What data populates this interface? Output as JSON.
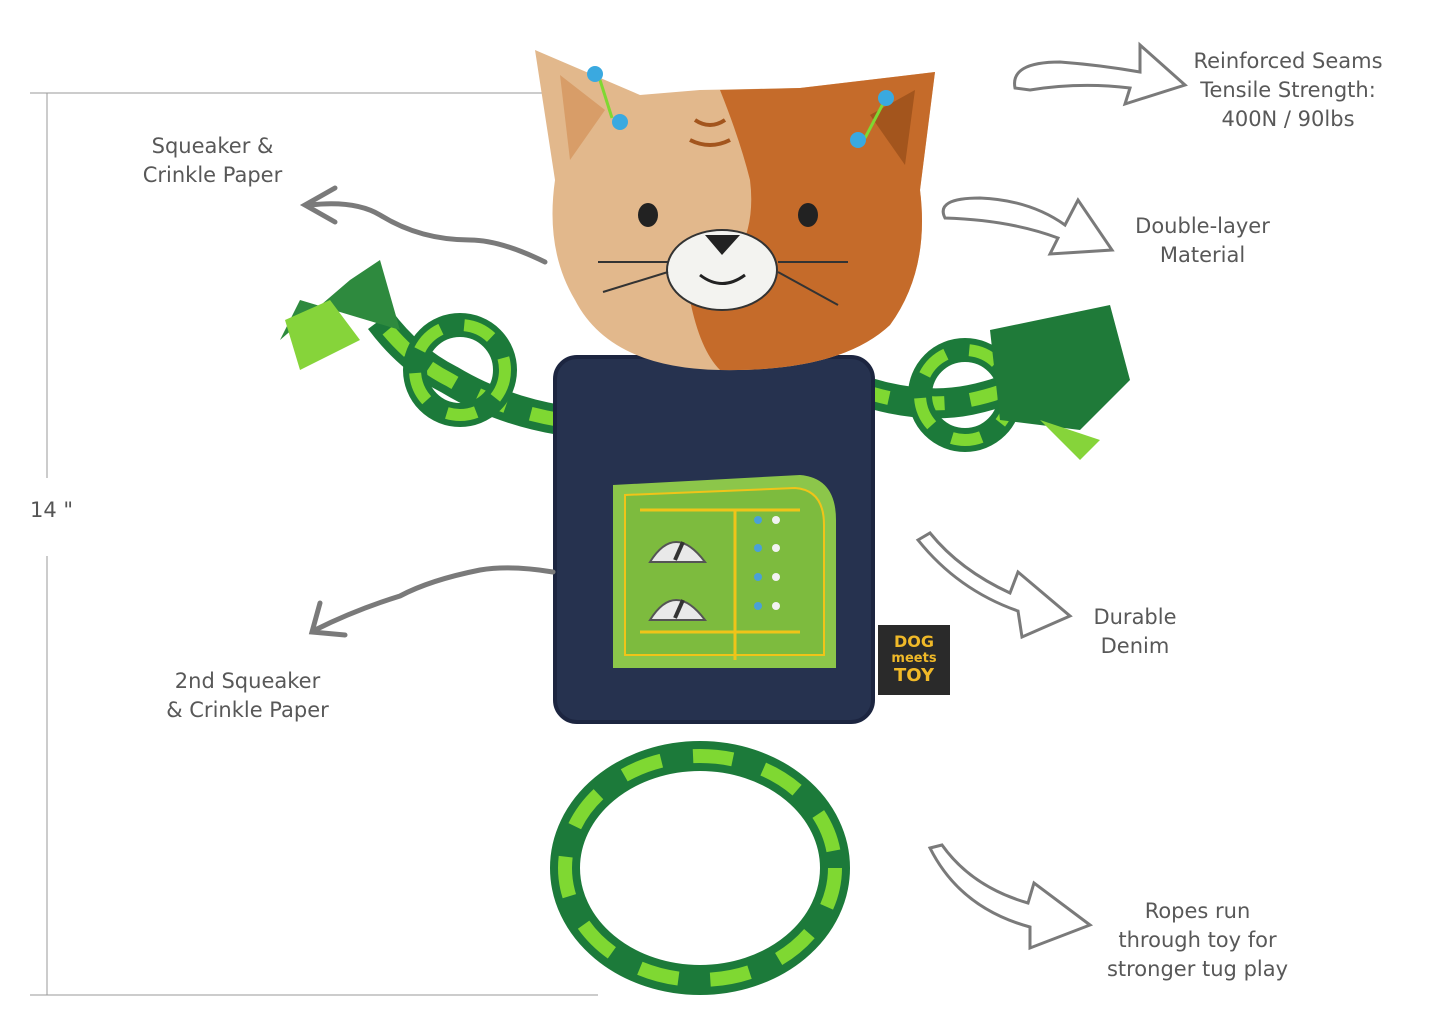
{
  "dimension": {
    "height_label": "14 \""
  },
  "features": {
    "reinforced_seams": [
      "Reinforced Seams",
      "Tensile Strength:",
      "400N / 90lbs"
    ],
    "squeaker": [
      "Squeaker &",
      "Crinkle Paper"
    ],
    "double_layer": [
      "Double-layer",
      "Material"
    ],
    "second_squeaker": [
      "2nd Squeaker",
      "& Crinkle Paper"
    ],
    "durable_denim": [
      "Durable",
      "Denim"
    ],
    "ropes": [
      "Ropes run",
      "through toy for",
      "stronger tug play"
    ]
  },
  "brand_tag": {
    "line1": "DOG",
    "line2": "meets",
    "line3": "TOY"
  },
  "colors": {
    "denim": "#26324f",
    "rope_dark": "#1c7a3a",
    "rope_light": "#7fd832",
    "cat_light": "#e2b88c",
    "cat_dark": "#c56b2a",
    "panel_green": "#8cc64a",
    "arrow_gray": "#7a7a7a"
  }
}
